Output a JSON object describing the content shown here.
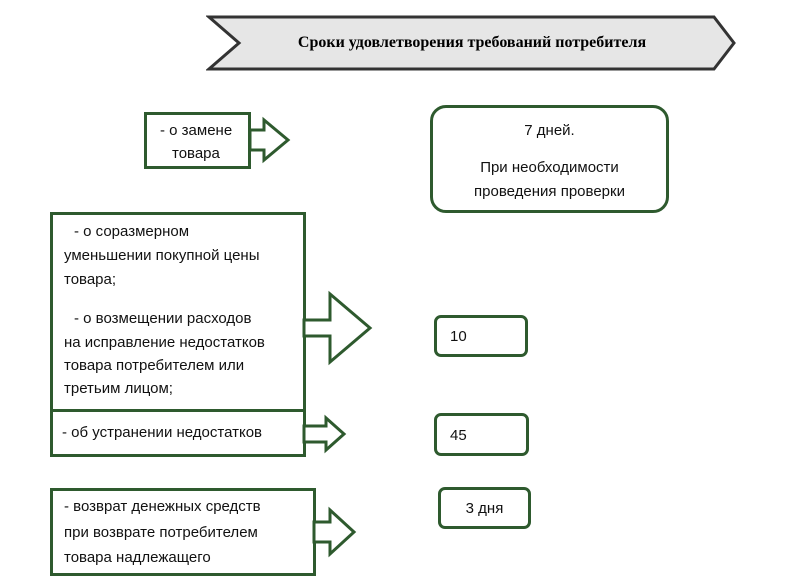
{
  "title": "Сроки удовлетворения требований потребителя",
  "left": {
    "replace": [
      "- о замене",
      "товара"
    ],
    "reduce": [
      "- о соразмерном",
      "уменьшении покупной цены",
      "товара;"
    ],
    "reimburse": [
      "- о возмещении расходов",
      "на исправление недостатков",
      "товара потребителем или",
      "третьим лицом;"
    ],
    "fix": "- об устранении недостатков",
    "refund": [
      "- возврат денежных средств",
      "при возврате потребителем",
      "товара надлежащего"
    ]
  },
  "right": {
    "days7": "7 дней.",
    "check": [
      "При необходимости",
      "проведения проверки"
    ],
    "ten": "10",
    "fortyfive": "45",
    "three": "3 дня"
  },
  "colors": {
    "border": "#2e5a2e",
    "banner_fill": "#e6e6e6"
  }
}
